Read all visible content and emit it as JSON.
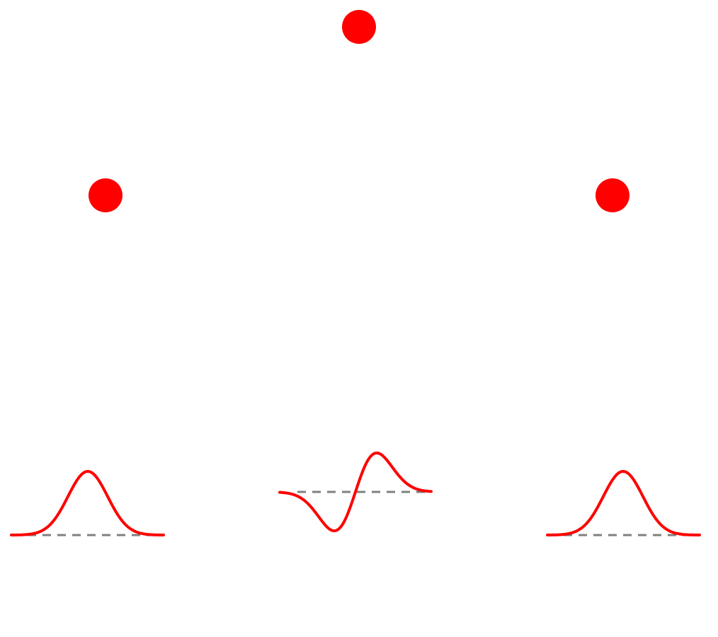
{
  "colors": {
    "accent": "#ff0000",
    "baseline": "#808080",
    "background": "#ffffff"
  },
  "dots": [
    {
      "name": "dot-top-center"
    },
    {
      "name": "dot-left"
    },
    {
      "name": "dot-right"
    }
  ],
  "waveforms": [
    {
      "name": "wave-left",
      "shape": "gaussian-bump"
    },
    {
      "name": "wave-center",
      "shape": "gaussian-derivative"
    },
    {
      "name": "wave-right",
      "shape": "gaussian-bump"
    }
  ]
}
